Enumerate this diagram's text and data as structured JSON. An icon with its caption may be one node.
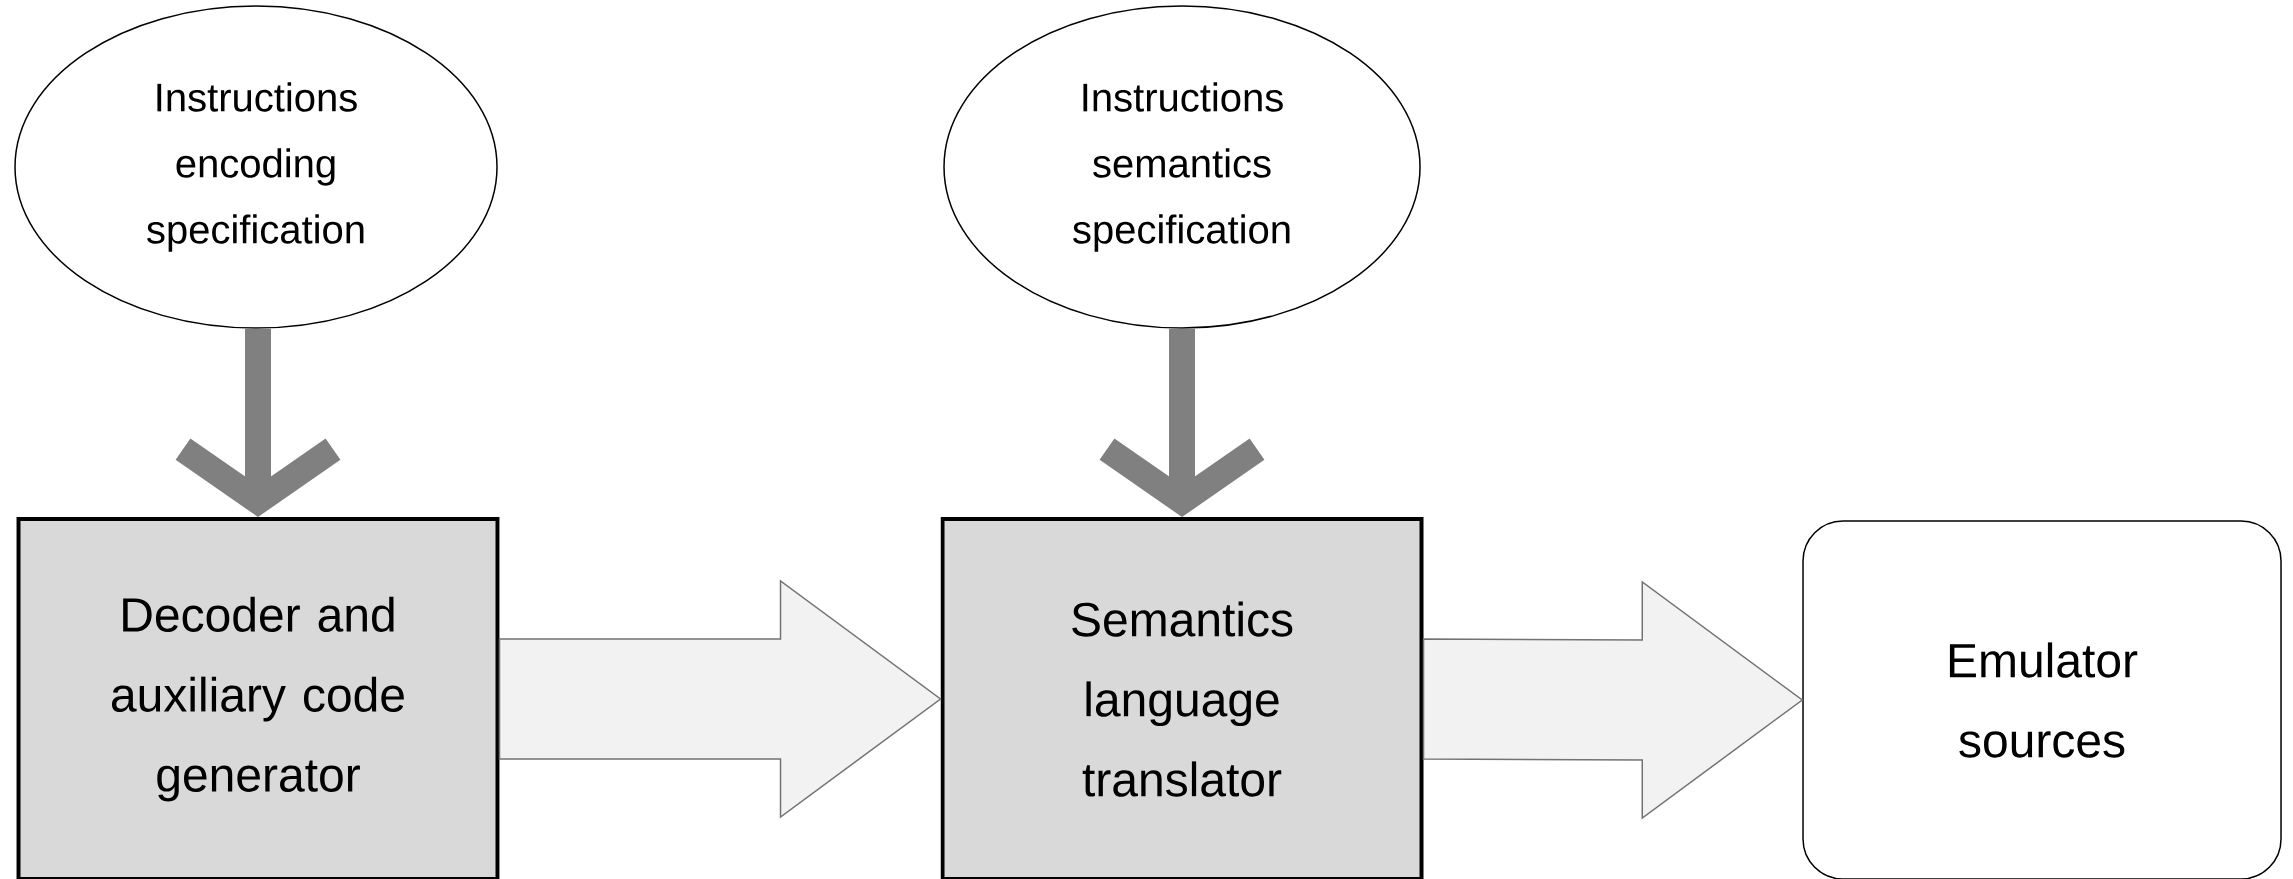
{
  "diagram": {
    "nodes": [
      {
        "text": [
          "Instructions encoding specification"
        ]
      },
      {
        "text": [
          "Instructions semantics specification"
        ]
      },
      {
        "text": [
          "Decoder and auxiliary code generator"
        ]
      },
      {
        "text": [
          "Semantics language translator"
        ]
      },
      {
        "text": [
          "Emulator sources"
        ]
      }
    ],
    "edges": [
      {
        "from": 0,
        "to": 2,
        "arrow": "to",
        "color": "#808080"
      },
      {
        "from": 1,
        "to": 3,
        "arrow": "to",
        "color": "#808080"
      },
      {
        "from": 2,
        "to": 3,
        "arrow": "to",
        "color": "#f2f2f2"
      },
      {
        "from": 3,
        "to": 4,
        "arrow": "to",
        "color": "#f2f2f2"
      }
    ]
  }
}
